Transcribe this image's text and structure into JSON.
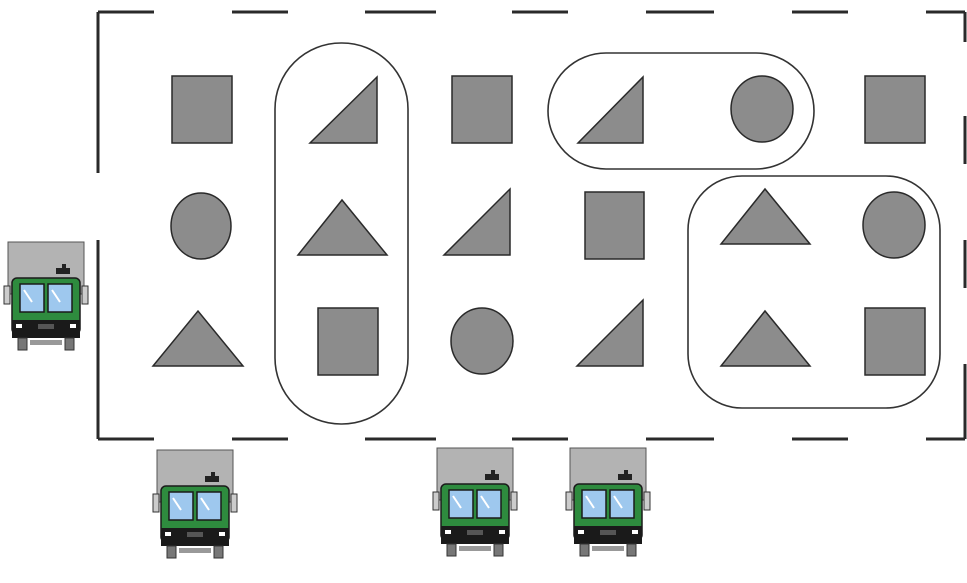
{
  "warehouse": {
    "shape_fill": "#8c8c8c",
    "shape_stroke": "#2a2a2a",
    "wall_color": "#2a2a2a",
    "group_outline_color": "#333333",
    "layout_rows": [
      [
        "square",
        "right-triangle",
        "square",
        "right-triangle",
        "circle",
        "square"
      ],
      [
        "circle",
        "isosceles-triangle",
        "right-triangle",
        "square",
        "isosceles-triangle",
        "circle"
      ],
      [
        "isosceles-triangle",
        "square",
        "circle",
        "right-triangle",
        "isosceles-triangle",
        "square"
      ]
    ],
    "groups": [
      {
        "name": "column-group",
        "members": 3
      },
      {
        "name": "top-pair-group",
        "members": 2
      },
      {
        "name": "quad-group",
        "members": 4
      }
    ]
  },
  "trucks": {
    "count": 4,
    "cab_color": "#2e8b3e",
    "box_color": "#b3b3b3",
    "positions": [
      "left-side-dock",
      "bottom-dock-1",
      "bottom-dock-2",
      "bottom-dock-3"
    ]
  }
}
